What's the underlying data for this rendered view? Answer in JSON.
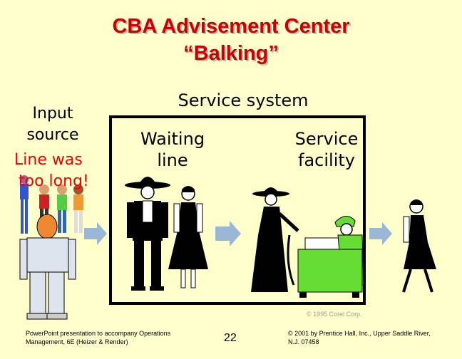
{
  "slide": {
    "title_line1": "CBA Advisement Center",
    "title_line2": "“Balking”",
    "input_label_line1": "Input",
    "input_label_line2": "source",
    "balk_line1": "Line was",
    "balk_line2": "too long!",
    "service_system_label": "Service system",
    "waiting_line_line1": "Waiting",
    "waiting_line_line2": "line",
    "service_facility_line1": "Service",
    "service_facility_line2": "facility",
    "image_credit": "© 1995 Corel Corp.",
    "footer_left_line1": "PowerPoint presentation to accompany Operations",
    "footer_left_line2": "Management, 6E (Heizer & Render)",
    "page_number": "22",
    "footer_right_line1": "© 2001 by Prentice Hall, Inc., Upper Saddle River,",
    "footer_right_line2": "N.J. 07458"
  },
  "colors": {
    "background": "#ffffcc",
    "title": "#cc0000",
    "note": "#ee0000",
    "arrow": "#9bb7d6",
    "desk": "#66dd33"
  }
}
